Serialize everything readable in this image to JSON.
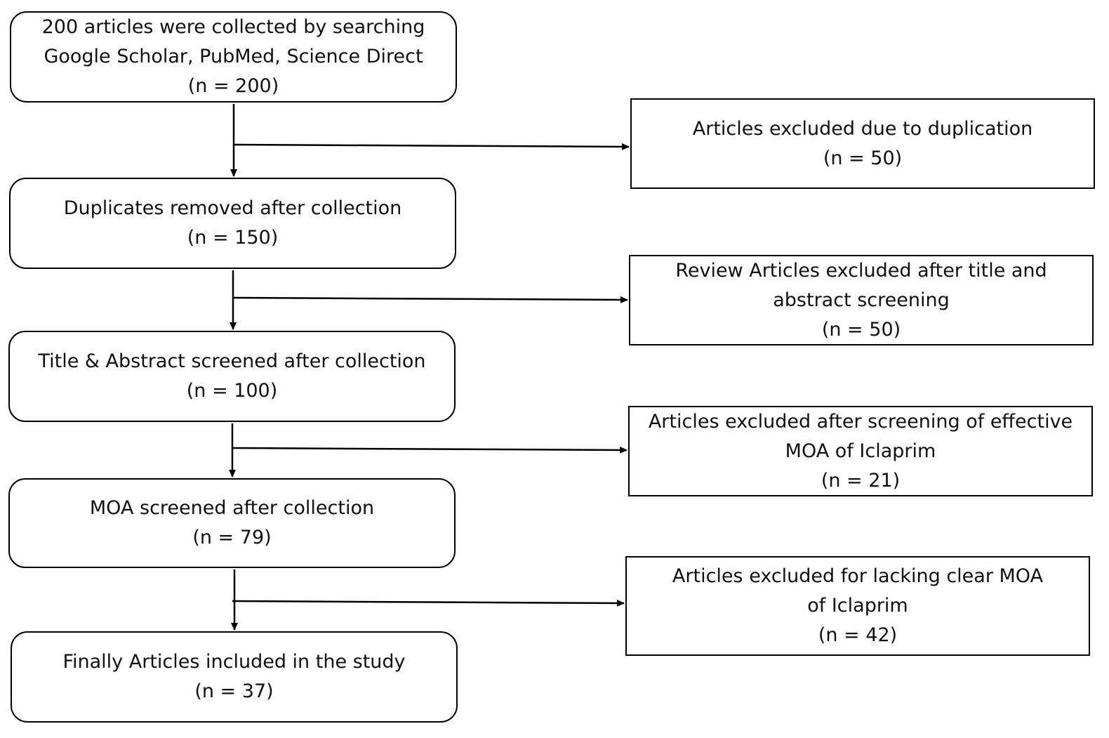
{
  "flow": {
    "main_boxes": [
      {
        "lines": [
          "200 articles were collected by searching",
          "Google Scholar, PubMed, Science Direct",
          "(n = 200)"
        ]
      },
      {
        "lines": [
          "Duplicates removed after collection",
          "(n = 150)"
        ]
      },
      {
        "lines": [
          "Title & Abstract screened after collection",
          "(n = 100)"
        ]
      },
      {
        "lines": [
          "MOA screened after collection",
          "(n = 79)"
        ]
      },
      {
        "lines": [
          "Finally Articles included in the study",
          "(n = 37)"
        ]
      }
    ],
    "excluded_boxes": [
      {
        "lines": [
          "Articles excluded due to duplication",
          "(n = 50)"
        ]
      },
      {
        "lines": [
          "Review Articles excluded after title and",
          "abstract screening",
          "(n = 50)"
        ]
      },
      {
        "lines": [
          "Articles excluded after screening of effective",
          "MOA of Iclaprim",
          "(n = 21)"
        ]
      },
      {
        "lines": [
          "Articles excluded for lacking clear MOA",
          "of Iclaprim",
          "(n = 42)"
        ]
      }
    ]
  }
}
